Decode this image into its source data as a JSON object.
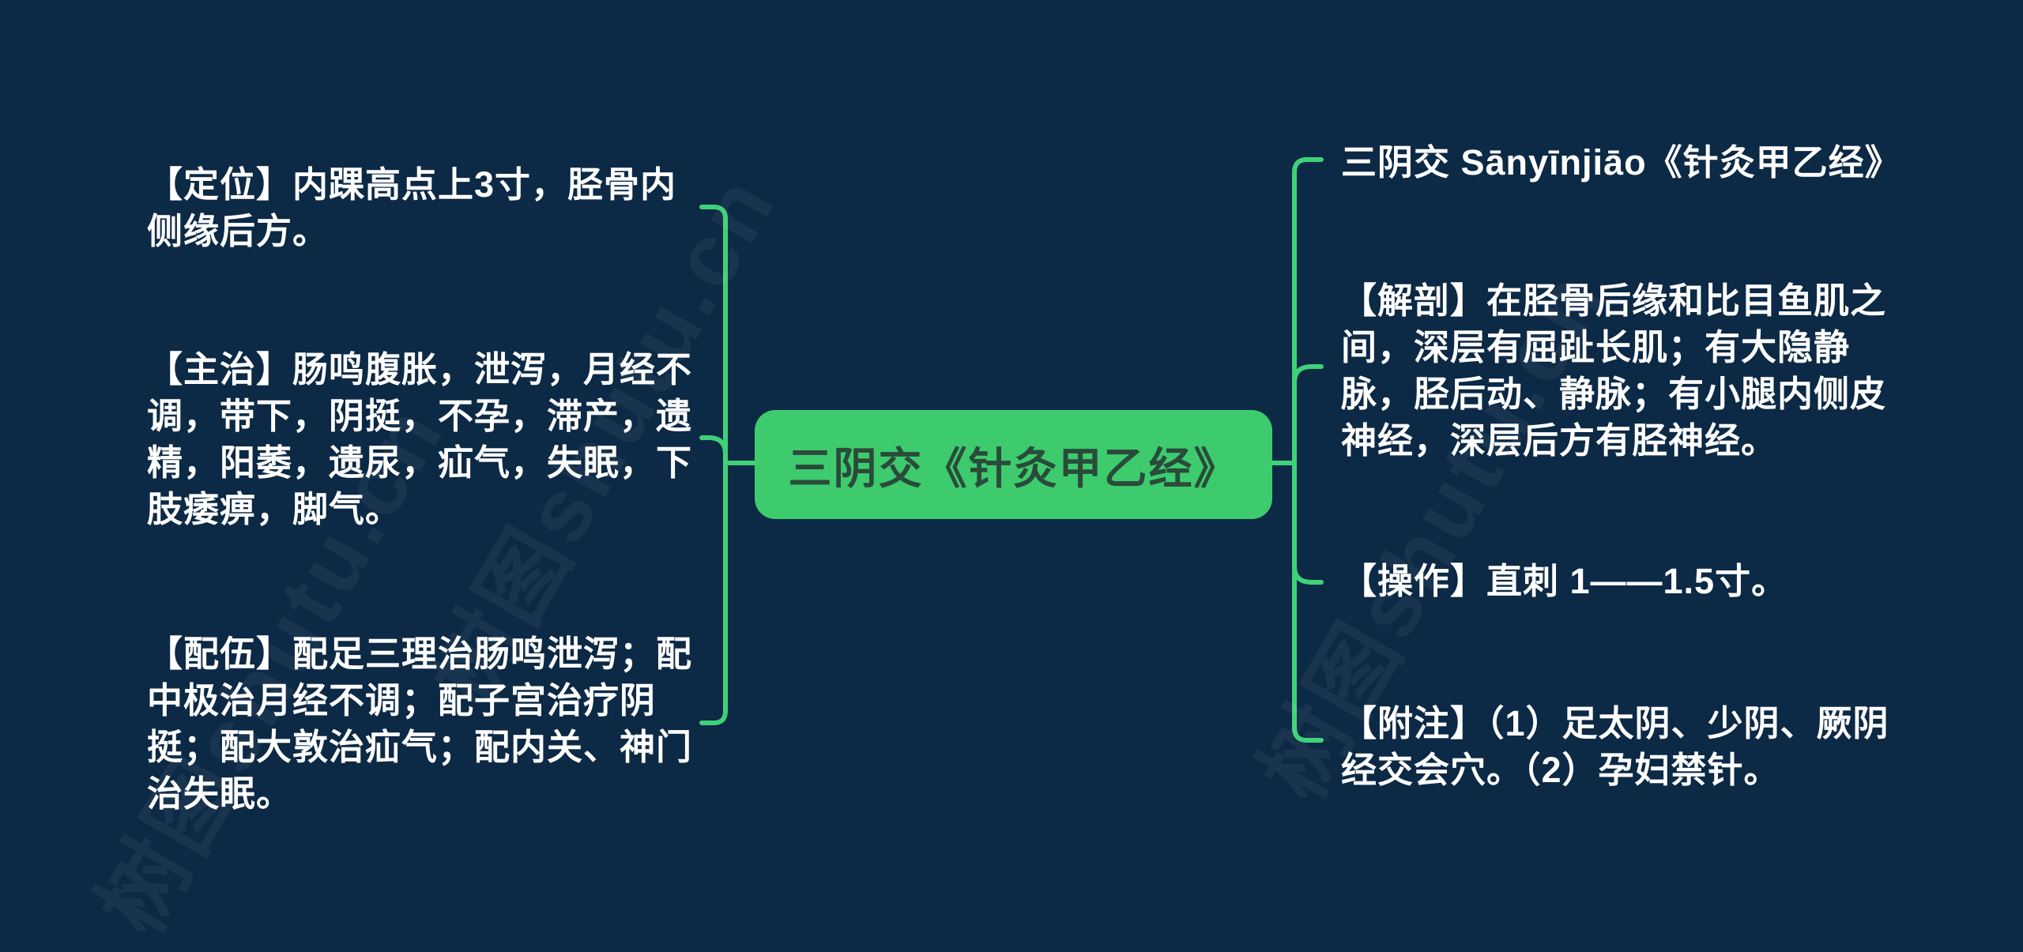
{
  "colors": {
    "background": "#0C2945",
    "node_green": "#3DCB6E",
    "line_green": "#3ED278",
    "node_text": "#2A4B3A",
    "body_text": "#FFFFFF"
  },
  "watermark": {
    "text": "树图shutu.cn"
  },
  "mindmap": {
    "root": {
      "label": "三阴交《针灸甲乙经》"
    },
    "left_branches": [
      {
        "id": "dingwei",
        "text": "【定位】内踝高点上3寸，胫骨内侧缘后方。"
      },
      {
        "id": "zhuzhi",
        "text": "【主治】肠鸣腹胀，泄泻，月经不调，带下，阴挺，不孕，滞产，遗精，阳萎，遗尿，疝气，失眠，下肢痿痹，脚气。"
      },
      {
        "id": "peiwu",
        "text": "【配伍】配足三理治肠鸣泄泻；配中极治月经不调；配子宫治疗阴挺；配大敦治疝气；配内关、神门治失眠。"
      }
    ],
    "right_branches": [
      {
        "id": "title",
        "text": "三阴交 Sānyīnjiāo《针灸甲乙经》"
      },
      {
        "id": "jiepou",
        "text": "【解剖】在胫骨后缘和比目鱼肌之间，深层有屈趾长肌；有大隐静脉，胫后动、静脉；有小腿内侧皮神经，深层后方有胫神经。"
      },
      {
        "id": "caozuo",
        "text": "【操作】直刺 1——1.5寸。"
      },
      {
        "id": "fuzhu",
        "text": "【附注】（1）足太阴、少阴、厥阴经交会穴。（2）孕妇禁针。"
      }
    ]
  }
}
